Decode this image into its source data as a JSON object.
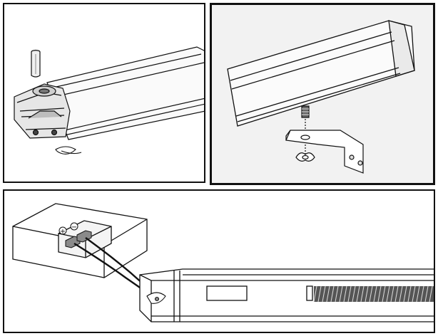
{
  "figure": {
    "panels": [
      {
        "id": "a",
        "content": "motor-end-cap-with-pin"
      },
      {
        "id": "b",
        "content": "bracket-mount-with-bolt"
      },
      {
        "id": "c",
        "content": "wiring-to-terminal-box"
      }
    ],
    "terminal_box": {
      "plus_symbol": "+",
      "minus_symbol": "−"
    },
    "colors": {
      "line": "#111111",
      "background": "#ffffff",
      "panel_b_background": "#f2f2f2",
      "terminal_fill": "#8a8a8a"
    }
  }
}
